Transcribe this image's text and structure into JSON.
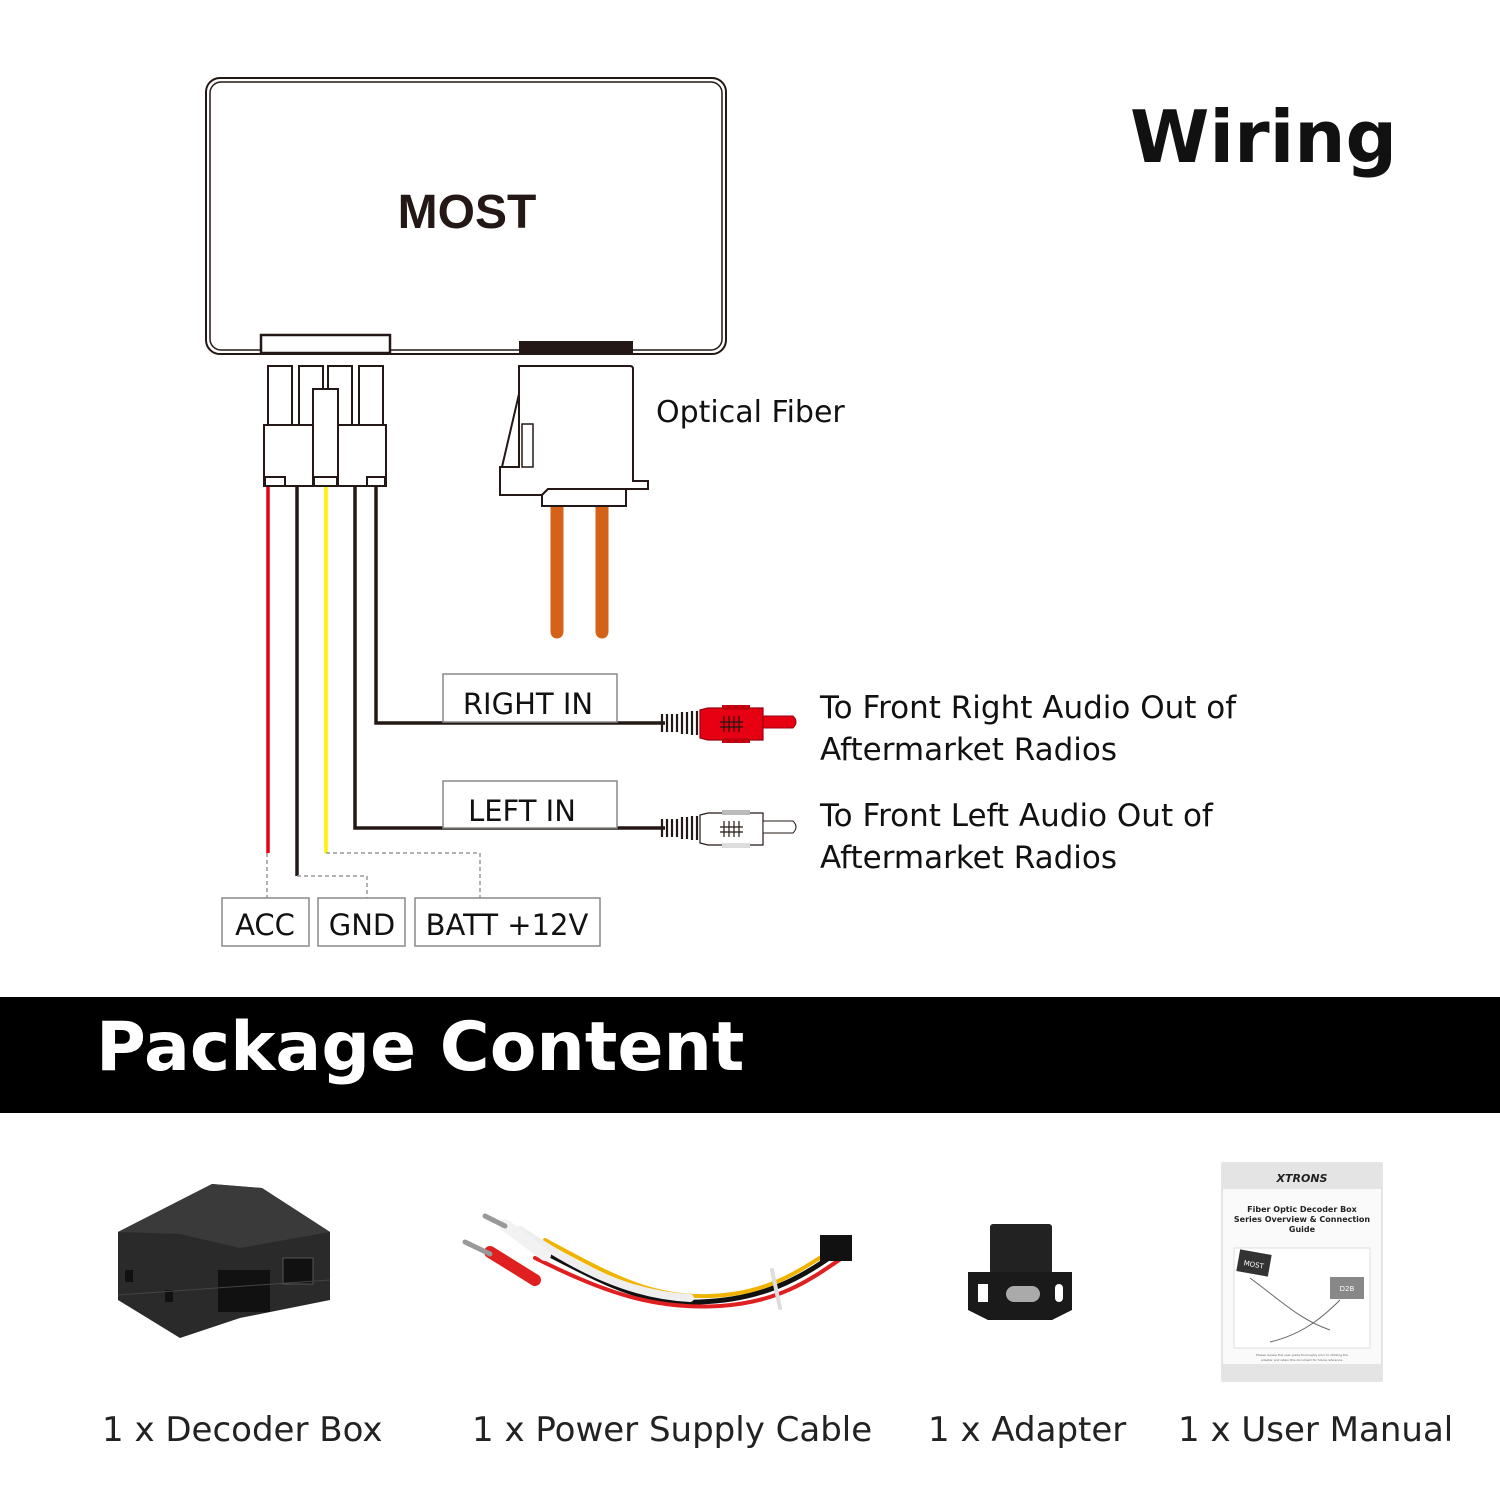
{
  "wiring": {
    "title": "Wiring",
    "module_label": "MOST",
    "optical_label": "Optical Fiber",
    "right_in_label": "RIGHT IN",
    "left_in_label": "LEFT IN",
    "right_dest": [
      "To Front Right Audio Out of",
      "Aftermarket Radios"
    ],
    "left_dest": [
      "To Front Left Audio Out of",
      "Aftermarket Radios"
    ],
    "power_labels": [
      "ACC",
      "GND",
      "BATT +12V"
    ],
    "colors": {
      "acc_wire": "#e60012",
      "gnd_wire": "#231815",
      "batt_wire": "#fff100",
      "audio_wire": "#231815",
      "fiber": "#d46218",
      "right_plug": "#e60012",
      "left_plug": "#ffffff"
    }
  },
  "package": {
    "title": "Package Content",
    "items": [
      {
        "label": "1 x Decoder Box",
        "icon": "decoder-box-photo"
      },
      {
        "label": "1 x Power Supply Cable",
        "icon": "power-cable-photo"
      },
      {
        "label": "1 x Adapter",
        "icon": "adapter-photo"
      },
      {
        "label": "1 x User Manual",
        "icon": "user-manual-photo"
      }
    ],
    "manual": {
      "brand": "XTRONS",
      "title_lines": [
        "Fiber Optic Decoder Box",
        "Series Overview & Connection",
        "Guide"
      ],
      "box_labels": [
        "MOST",
        "D2B"
      ],
      "footnote_lines": [
        "Please review this user guide thoroughly prior to utilizing the",
        "adapter and retain this document for future reference."
      ]
    }
  }
}
